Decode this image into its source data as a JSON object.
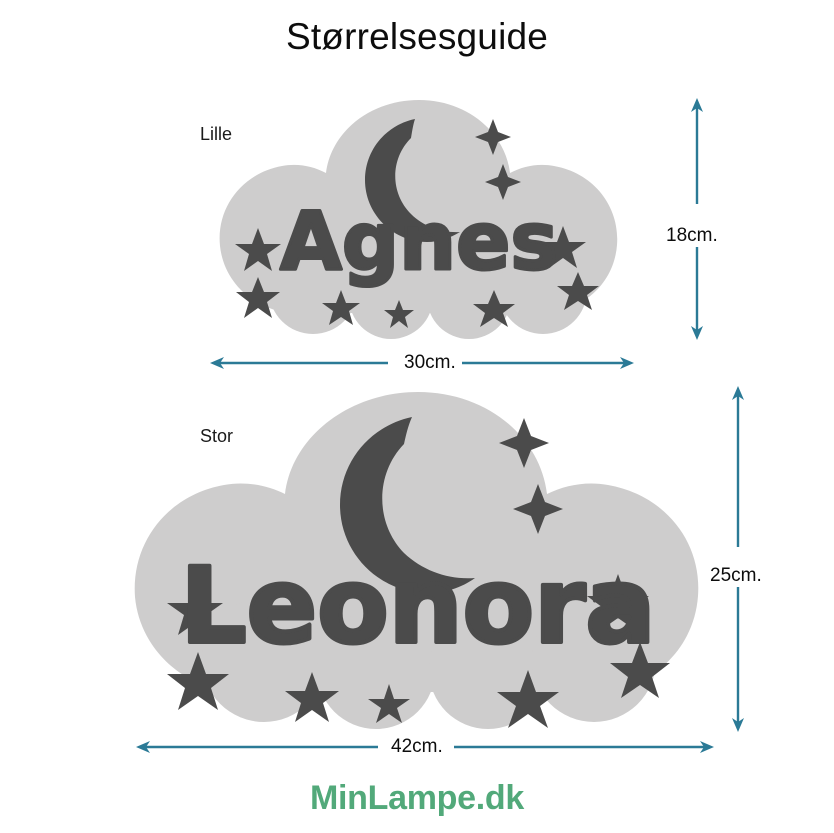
{
  "page": {
    "title": "Størrelsesguide",
    "background_color": "#ffffff"
  },
  "colors": {
    "cloud_fill": "#cecdcd",
    "cloud_detail": "#4b4b4b",
    "dimension_arrow": "#2b7a96",
    "title_text": "#0d0d0d",
    "brand_green": "#52a97a"
  },
  "sizes": [
    {
      "id": "small",
      "label": "Lille",
      "name_on_plaque": "Agnes",
      "width_label": "30cm.",
      "height_label": "18cm.",
      "width_cm": 30,
      "height_cm": 18
    },
    {
      "id": "large",
      "label": "Stor",
      "name_on_plaque": "Leonora",
      "width_label": "42cm.",
      "height_label": "25cm.",
      "width_cm": 42,
      "height_cm": 25
    }
  ],
  "decorations": {
    "moon": "crescent-moon",
    "sparkles": 2,
    "stars_small": 7,
    "stars_large": 7
  },
  "brand": {
    "logo_text": "MinLampe.dk"
  }
}
